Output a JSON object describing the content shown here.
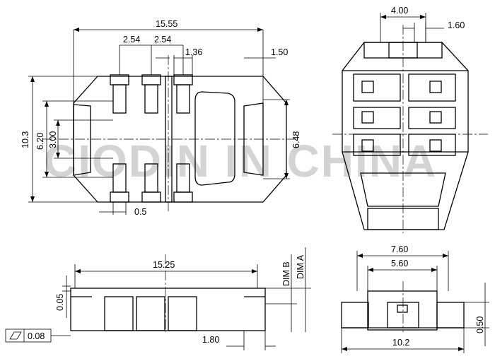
{
  "watermark": "CIODIN IN CHINA",
  "top_view": {
    "overall_length": "15.55",
    "pitch_1": "2.54",
    "pitch_2": "2.54",
    "pin_width": "1.36",
    "end_tab": "1.50",
    "overall_height": "10.3",
    "inner_height": "6.20",
    "center_height": "3.00",
    "right_height": "6.48",
    "pin_gap": "0.5"
  },
  "end_view_top": {
    "width_top": "4.00",
    "width_small": "1.60"
  },
  "side_view": {
    "body_length": "15.25",
    "thickness": "0.05",
    "dim_b": "DIM B",
    "dim_a": "DIM A",
    "lead_len": "1.80",
    "flatness": "0.08"
  },
  "end_view": {
    "width_outer": "7.60",
    "width_inner": "5.60",
    "width_total": "10.2",
    "height": "0.50"
  }
}
